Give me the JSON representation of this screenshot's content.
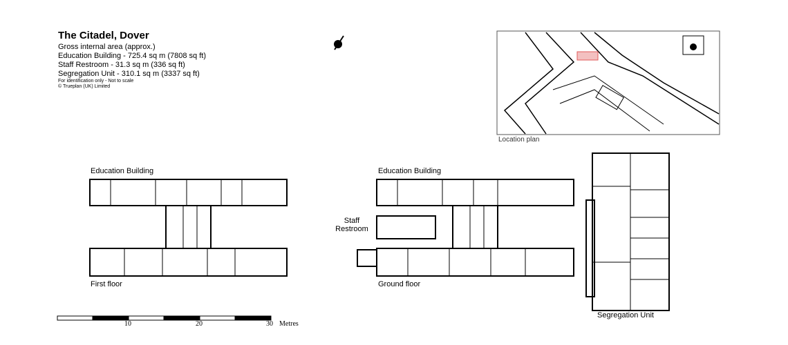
{
  "header": {
    "title": "The Citadel, Dover",
    "subtitle": "Gross internal area (approx.)",
    "areas": [
      "Education Building - 725.4 sq m (7808 sq ft)",
      "Staff Restroom - 31.3 sq m (336 sq ft)",
      "Segregation Unit - 310.1 sq m (3337 sq ft)"
    ],
    "disclaimer": "For identification only - Not to scale",
    "copyright": "© Trueplan (UK) Limited"
  },
  "location_plan": {
    "label": "Location plan",
    "highlight_color": "#e05a5a",
    "north": "N"
  },
  "north_label": "N",
  "plans": {
    "first_floor": {
      "building": "Education Building",
      "floor": "First floor"
    },
    "ground_floor": {
      "building": "Education Building",
      "floor": "Ground floor",
      "restroom": "Staff Restroom"
    },
    "segregation": {
      "label": "Segregation Unit"
    }
  },
  "scale": {
    "ticks": [
      "10",
      "20",
      "30"
    ],
    "unit": "Metres"
  }
}
